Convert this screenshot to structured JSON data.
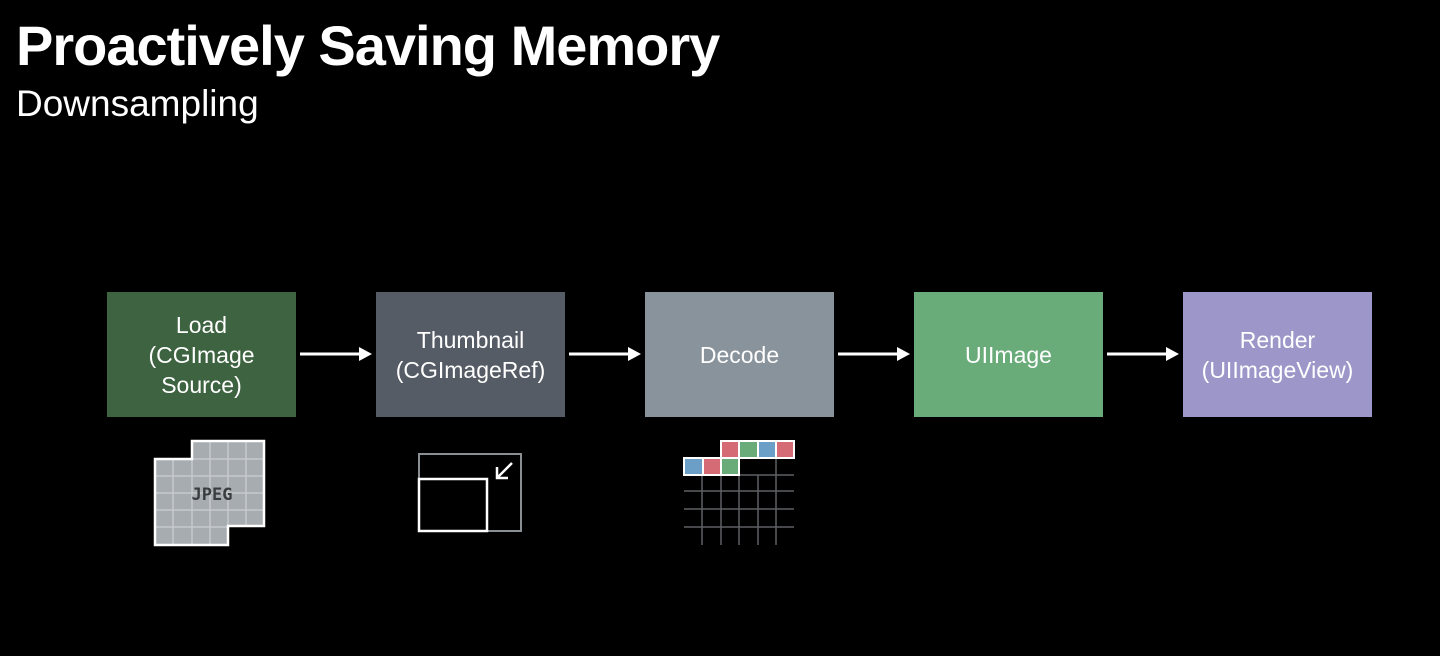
{
  "slide": {
    "title": "Proactively Saving Memory",
    "subtitle": "Downsampling"
  },
  "pipeline": {
    "steps": [
      {
        "label": "Load\n(CGImage\nSource)",
        "color": "#3d6340"
      },
      {
        "label": "Thumbnail\n(CGImageRef)",
        "color": "#565c65"
      },
      {
        "label": "Decode",
        "color": "#89939b"
      },
      {
        "label": "UIImage",
        "color": "#6aab7a"
      },
      {
        "label": "Render\n(UIImageView)",
        "color": "#9d97c9"
      }
    ],
    "arrow_color": "#ffffff"
  },
  "icons": {
    "jpeg": {
      "label": "JPEG",
      "tile_color": "#a7acb1",
      "grid_color": "#c6cacd"
    },
    "thumbnail": {
      "name": "thumbnail-resize-icon"
    },
    "decode": {
      "name": "decoded-pixel-grid-icon",
      "pixel_colors": [
        "#6b9fc8",
        "#d56b74",
        "#6aab7a"
      ]
    }
  }
}
